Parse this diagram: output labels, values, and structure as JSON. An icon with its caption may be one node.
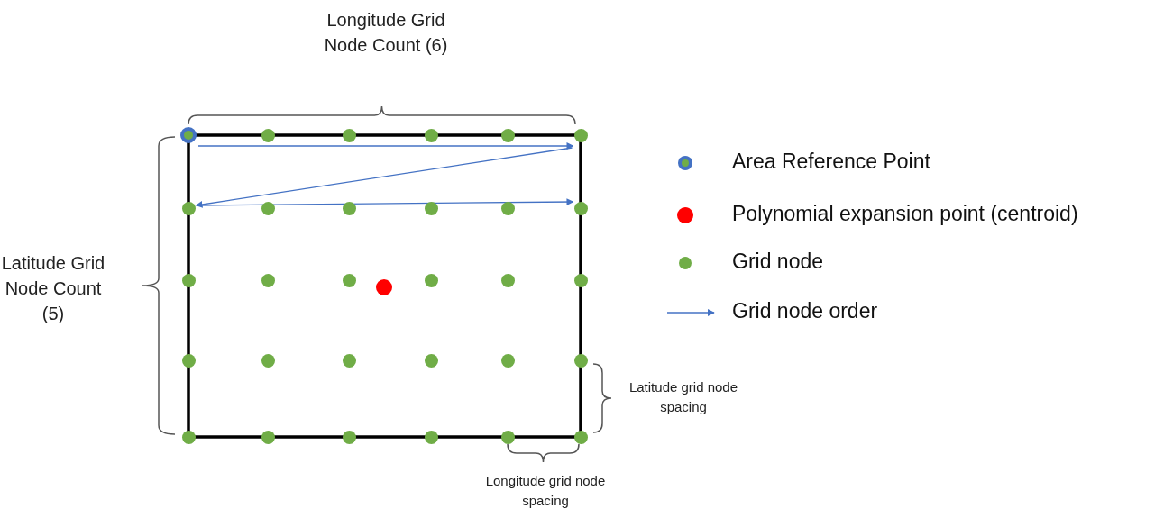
{
  "diagram": {
    "nodes": [
      {
        "text": [],
        "shape": "circle"
      },
      {
        "text": [],
        "shape": "circle"
      },
      {
        "text": [],
        "shape": "circle"
      },
      {
        "text": [],
        "shape": "circle"
      },
      {
        "text": [],
        "shape": "circle"
      },
      {
        "text": [],
        "shape": "circle"
      },
      {
        "text": [],
        "shape": "circle"
      },
      {
        "text": [],
        "shape": "circle"
      },
      {
        "text": [],
        "shape": "circle"
      },
      {
        "text": [],
        "shape": "circle"
      },
      {
        "text": [],
        "shape": "circle"
      },
      {
        "text": [],
        "shape": "circle"
      },
      {
        "text": [],
        "shape": "circle"
      },
      {
        "text": [],
        "shape": "circle"
      },
      {
        "text": [],
        "shape": "circle"
      },
      {
        "text": [],
        "shape": "circle"
      },
      {
        "text": [],
        "shape": "circle"
      },
      {
        "text": [],
        "shape": "circle"
      },
      {
        "text": [],
        "shape": "circle"
      },
      {
        "text": [],
        "shape": "circle"
      },
      {
        "text": [],
        "shape": "circle"
      },
      {
        "text": [],
        "shape": "circle"
      },
      {
        "text": [],
        "shape": "circle"
      },
      {
        "text": [],
        "shape": "circle"
      },
      {
        "text": [],
        "shape": "circle"
      },
      {
        "text": [],
        "shape": "circle"
      },
      {
        "text": [],
        "shape": "circle"
      },
      {
        "text": [],
        "shape": "circle"
      },
      {
        "text": [],
        "shape": "circle"
      },
      {
        "text": [],
        "shape": "circle"
      },
      {
        "text": [],
        "shape": "circle"
      }
    ],
    "edges": [
      {
        "from": 0,
        "to": 5,
        "arrow": "to"
      },
      {
        "from": 5,
        "to": 6,
        "arrow": "to"
      },
      {
        "from": 6,
        "to": 11,
        "arrow": "to"
      }
    ],
    "labels": [
      "Longitude Grid Node Count (6)",
      "Latitude Grid Node Count (5)",
      "Latitude grid node spacing",
      "Longitude grid node spacing"
    ],
    "legend": [
      {
        "text": "Area Reference Point"
      },
      {
        "text": "Polynomial expansion point (centroid)",
        "color": "#ff0000"
      },
      {
        "text": "Grid node",
        "color": "#70ad47"
      },
      {
        "text": "Grid node order"
      }
    ]
  }
}
